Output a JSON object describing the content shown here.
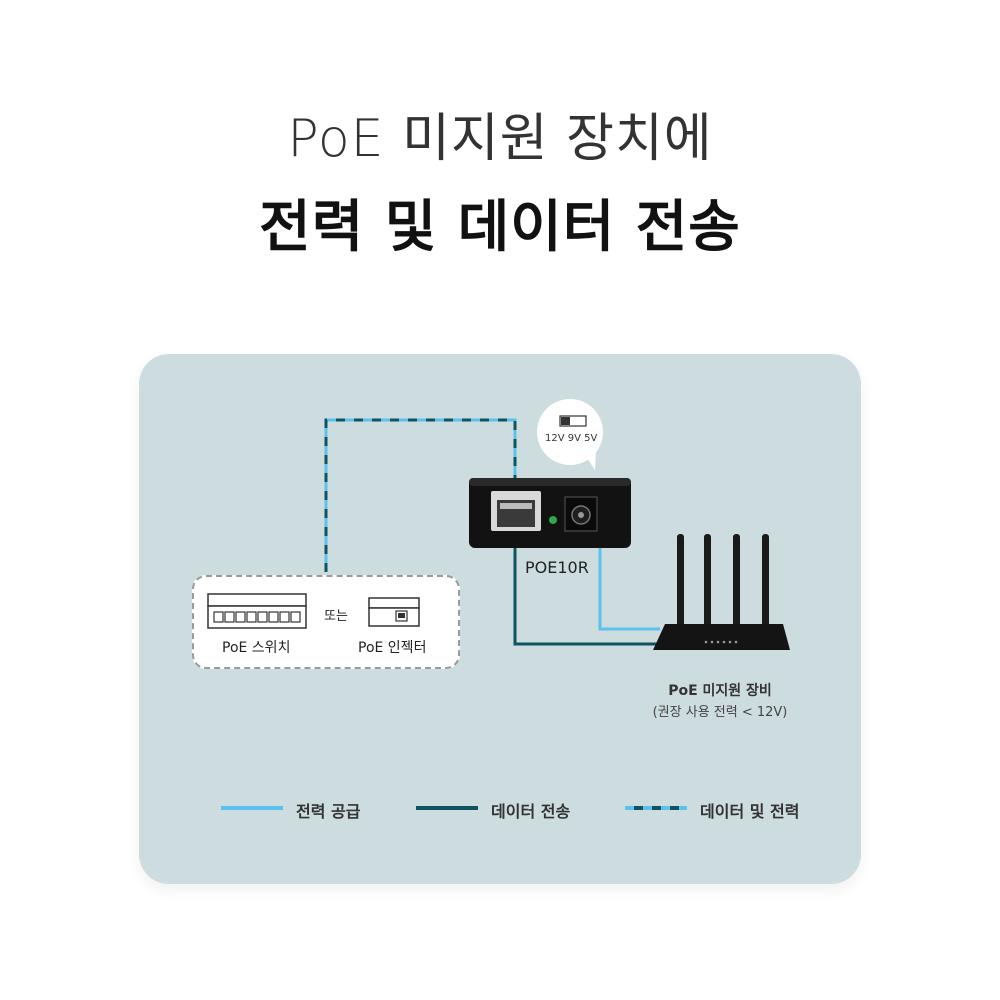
{
  "header": {
    "line1": "PoE 미지원 장치에",
    "line2": "전력 및 데이터 전송"
  },
  "diagram": {
    "switch_label": "PoE 스위치",
    "or_label": "또는",
    "injector_label": "PoE 인젝터",
    "device_model": "POE10R",
    "voltage_options": "12V 9V 5V",
    "target_device_label": "PoE 미지원 장비",
    "target_device_note": "(권장 사용 전력 < 12V)"
  },
  "legend": [
    {
      "label": "전력 공급",
      "color": "#5bc2ef",
      "style": "solid"
    },
    {
      "label": "데이터 전송",
      "color": "#0f5561",
      "style": "solid"
    },
    {
      "label": "데이터 및 전력",
      "color": "#0f5561",
      "style": "dashed"
    }
  ],
  "colors": {
    "power": "#5bc2ef",
    "data": "#0f5561",
    "panel": "#cddcde"
  }
}
